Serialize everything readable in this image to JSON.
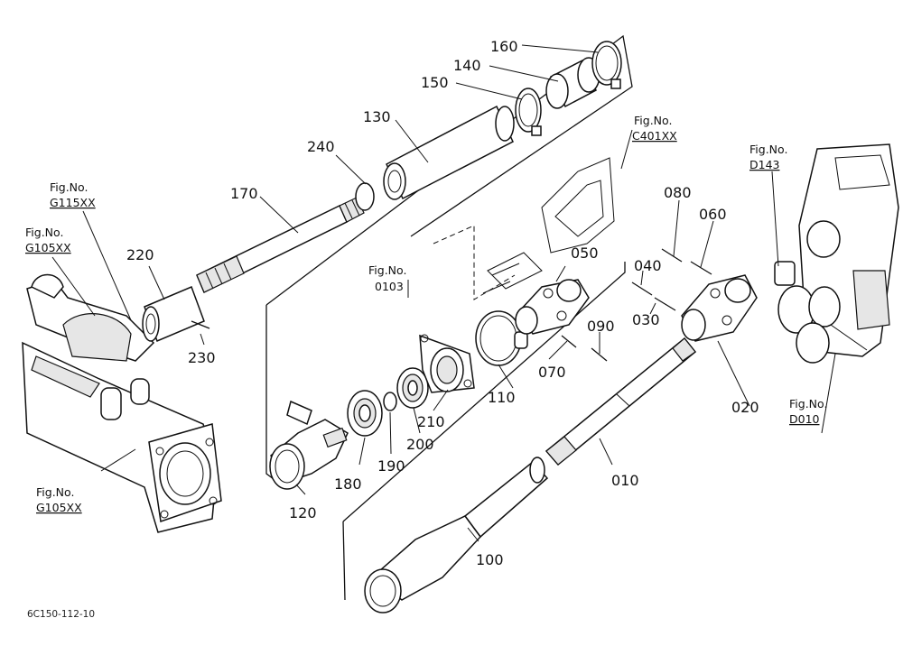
{
  "diagram": {
    "drawing_code": "6C150-112-10",
    "part_numbers": {
      "p010": "010",
      "p020": "020",
      "p030": "030",
      "p040": "040",
      "p050": "050",
      "p060": "060",
      "p070": "070",
      "p080": "080",
      "p090": "090",
      "p100": "100",
      "p110": "110",
      "p120": "120",
      "p130": "130",
      "p140": "140",
      "p150": "150",
      "p160": "160",
      "p170": "170",
      "p180": "180",
      "p190": "190",
      "p200": "200",
      "p210": "210",
      "p220": "220",
      "p230": "230",
      "p240": "240"
    },
    "figure_refs": {
      "g115": {
        "label": "Fig.No.",
        "code": "G115XX"
      },
      "g105_top": {
        "label": "Fig.No.",
        "code": "G105XX"
      },
      "g105_bottom": {
        "label": "Fig.No.",
        "code": "G105XX"
      },
      "f0103": {
        "label": "Fig.No.",
        "code": "0103"
      },
      "c401": {
        "label": "Fig.No.",
        "code": "C401XX"
      },
      "d143": {
        "label": "Fig.No.",
        "code": "D143"
      },
      "d010": {
        "label": "Fig.No.",
        "code": "D010"
      }
    }
  }
}
